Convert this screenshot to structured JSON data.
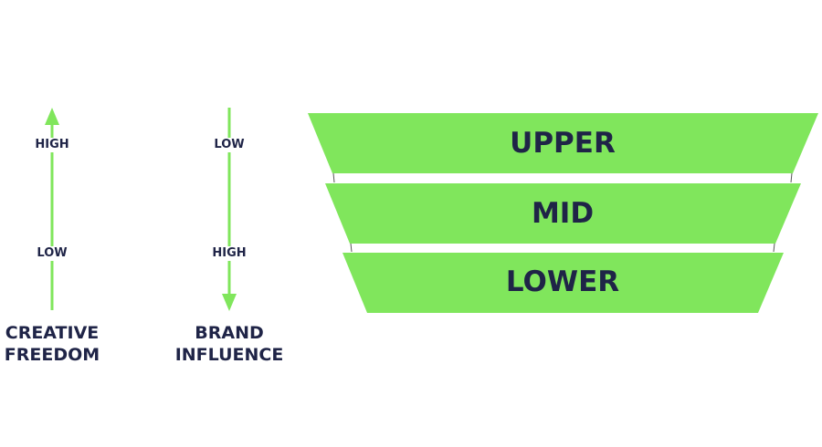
{
  "colors": {
    "accent_green": "#80e65c",
    "text_navy": "#1f2447",
    "connector": "#555555"
  },
  "creative_freedom": {
    "title_line1": "CREATIVE",
    "title_line2": "FREEDOM",
    "top_label": "HIGH",
    "bottom_label": "LOW",
    "arrow_direction": "up"
  },
  "brand_influence": {
    "title_line1": "BRAND",
    "title_line2": "INFLUENCE",
    "top_label": "LOW",
    "bottom_label": "HIGH",
    "arrow_direction": "down"
  },
  "funnel": {
    "levels": [
      {
        "label": "UPPER"
      },
      {
        "label": "MID"
      },
      {
        "label": "LOWER"
      }
    ]
  }
}
